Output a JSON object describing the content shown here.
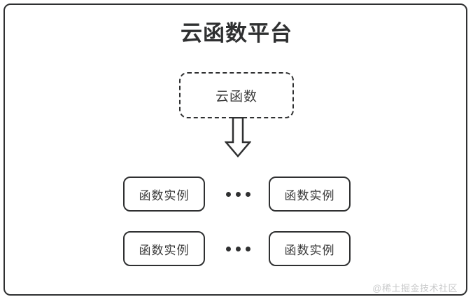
{
  "diagram": {
    "title": "云函数平台",
    "cloud_function": {
      "label": "云函数",
      "style": "dashed-rounded-rectangle"
    },
    "arrow": {
      "icon": "arrow-down-block",
      "direction": "down"
    },
    "rows": [
      {
        "left_instance": "函数实例",
        "ellipsis": "...",
        "right_instance": "函数实例"
      },
      {
        "left_instance": "函数实例",
        "ellipsis": "...",
        "right_instance": "函数实例"
      }
    ],
    "watermark": "@稀土掘金技术社区",
    "colors": {
      "stroke": "#2f3031",
      "text": "#3a3a3a",
      "background": "#ffffff",
      "watermark": "#c9cacb"
    }
  }
}
